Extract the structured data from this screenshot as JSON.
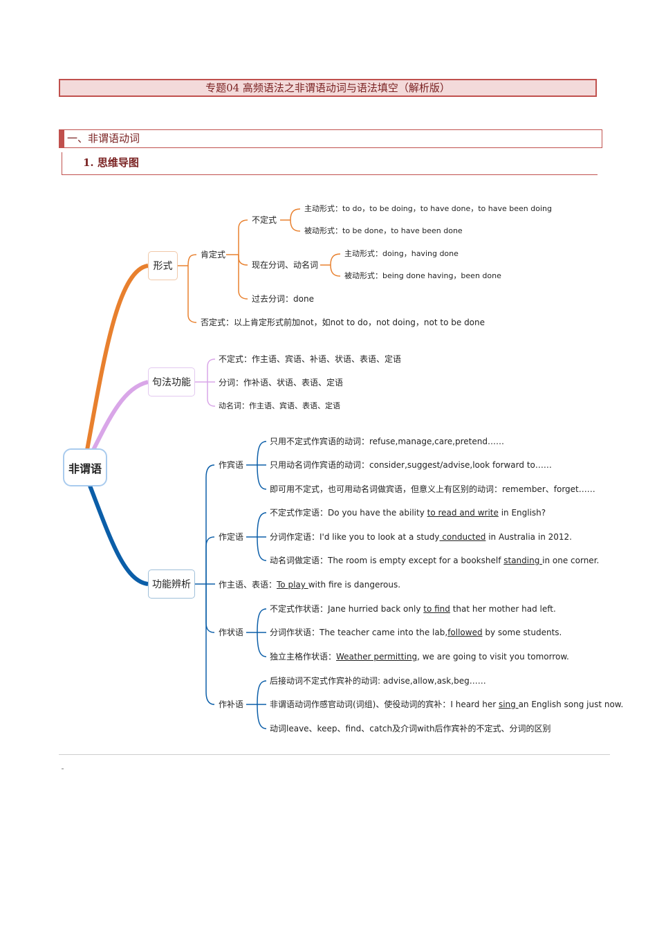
{
  "document": {
    "title": "专题04 高频语法之非谓语动词与语法填空（解析版）",
    "section_heading": "一、非谓语动词",
    "subsection_heading": "1. 思维导图"
  },
  "colors": {
    "heading_red": "#c0504d",
    "title_bg": "#f3dada",
    "branch_form": "#e8802e",
    "branch_syntax": "#d9a6e8",
    "branch_function": "#0b5ea8",
    "root_border": "#a9cbee"
  },
  "mindmap": {
    "root": "非谓语",
    "form": {
      "label": "形式",
      "affirmative": {
        "label": "肯定式",
        "infinitive": {
          "label": "不定式",
          "active": "主动形式：to do，to be doing，to have done，to have been doing",
          "passive": "被动形式：to be done，to have been done"
        },
        "present_participle": {
          "label": "现在分词、动名词",
          "active": "主动形式：doing，having done",
          "passive": "被动形式：being done having，been done"
        },
        "past_participle": "过去分词：done"
      },
      "negative": "否定式：以上肯定形式前加not，如not to do，not doing，not to be done"
    },
    "syntax": {
      "label": "句法功能",
      "items": [
        "不定式：作主语、宾语、补语、状语、表语、定语",
        "分词：作补语、状语、表语、定语",
        "动名词：作主语、宾语、表语、定语"
      ]
    },
    "function": {
      "label": "功能辨析",
      "object": {
        "label": "作宾语",
        "items": [
          "只用不定式作宾语的动词：refuse,manage,care,pretend……",
          "只用动名词作宾语的动词：consider,suggest/advise,look forward to……",
          "即可用不定式，也可用动名词做宾语，但意义上有区别的动词：remember、forget……"
        ]
      },
      "attributive": {
        "label": "作定语",
        "items": [
          {
            "pre": "不定式作定语：Do you have the ability ",
            "u": "to read and write",
            "post": " in English?"
          },
          {
            "pre": "分词作定语：I'd like you to look at a study",
            "u": " conducted",
            "post": " in Australia in 2012."
          },
          {
            "pre": "动名词做定语：The room is empty except for a bookshelf ",
            "u": "standing ",
            "post": "in one corner."
          }
        ]
      },
      "subject": {
        "pre": "作主语、表语：",
        "u": "To play ",
        "post": "with fire is dangerous."
      },
      "adverbial": {
        "label": "作状语",
        "items": [
          {
            "pre": "不定式作状语：Jane hurried back only ",
            "u": "to find",
            "post": " that her mother had left."
          },
          {
            "pre": "分词作状语：The teacher came into the lab,",
            "u": "followed",
            "post": " by some students."
          },
          {
            "pre": "独立主格作状语：",
            "u": "Weather permitting",
            "post": ", we are going to visit you tomorrow."
          }
        ]
      },
      "complement": {
        "label": "作补语",
        "items": [
          {
            "pre": "后接动词不定式作宾补的动词: advise,allow,ask,beg……",
            "u": "",
            "post": ""
          },
          {
            "pre": "非谓语动词作感官动词(词组)、使役动词的宾补：I heard her ",
            "u": "sing ",
            "post": "an English song just now."
          },
          {
            "pre": "动词leave、keep、find、catch及介词with后作宾补的不定式、分词的区别",
            "u": "",
            "post": ""
          }
        ]
      }
    }
  }
}
